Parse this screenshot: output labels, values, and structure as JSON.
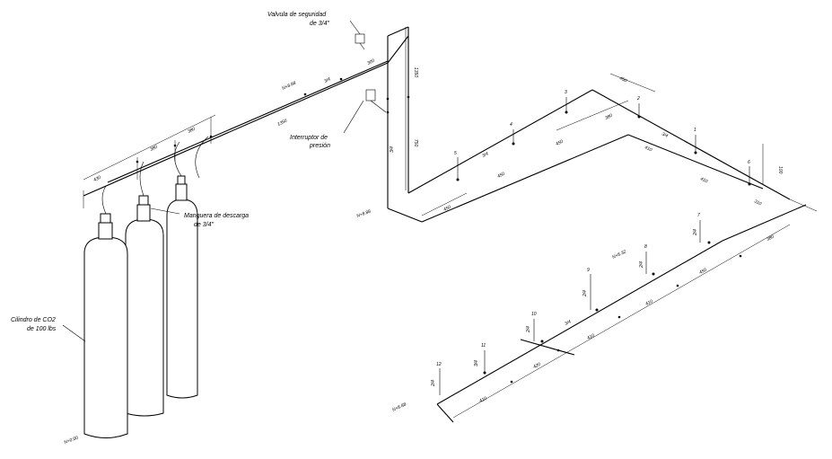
{
  "labels": {
    "safety_valve_line1": "Valvula de seguridad",
    "safety_valve_line2": "de 3/4\"",
    "pressure_switch_line1": "Interruptor de",
    "pressure_switch_line2": "presión",
    "hose_line1": "Manguera de descarga",
    "hose_line2": "de 3/4\"",
    "cylinder_line1": "Cilindro de CO2",
    "cylinder_line2": "de 100 lbs"
  },
  "levels": {
    "top_pipe": "N+8.88",
    "riser_base": "N+8.88",
    "lower_network": "N+8.88",
    "mid_network": "N+8.32",
    "cylinder_floor": "N+0.00"
  },
  "dimensions": {
    "manifold": [
      "430",
      "380",
      "380"
    ],
    "top_run": [
      "1350",
      "3/4",
      "300"
    ],
    "riser": [
      "1350",
      "3/4",
      "750"
    ],
    "upper_loop": [
      "450",
      "450",
      "450",
      "380",
      "450",
      "410",
      "410",
      "310",
      "100"
    ],
    "lower_loop": [
      "410",
      "420",
      "410",
      "410",
      "450",
      "380"
    ],
    "pipe_size": "3/4"
  },
  "nozzles": {
    "upper": [
      "5",
      "4",
      "3",
      "2",
      "1",
      "6"
    ],
    "lower": [
      "12",
      "11",
      "10",
      "9",
      "8",
      "7"
    ],
    "lower_small": [
      "2/4",
      "3/4",
      "2/4",
      "2/4",
      "2/4",
      "2/4"
    ]
  }
}
